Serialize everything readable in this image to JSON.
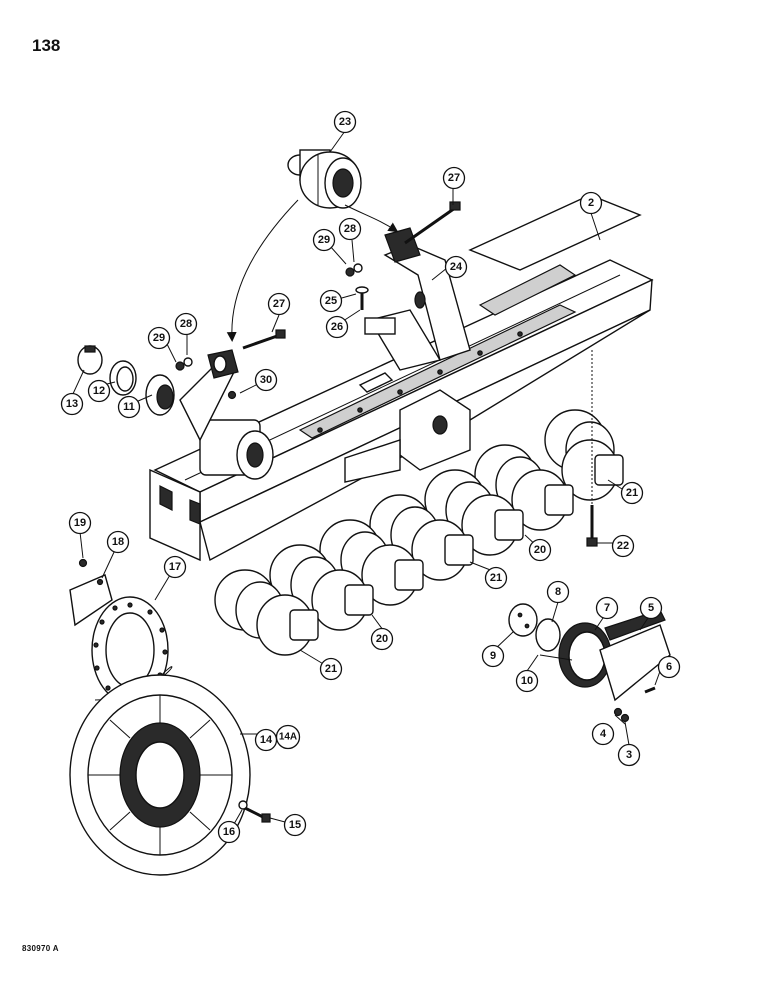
{
  "page": {
    "number": "138",
    "drawing_code": "830970 A"
  },
  "callouts": [
    {
      "id": "2",
      "label": "2"
    },
    {
      "id": "3",
      "label": "3"
    },
    {
      "id": "4",
      "label": "4"
    },
    {
      "id": "5",
      "label": "5"
    },
    {
      "id": "6",
      "label": "6"
    },
    {
      "id": "7",
      "label": "7"
    },
    {
      "id": "8",
      "label": "8"
    },
    {
      "id": "9",
      "label": "9"
    },
    {
      "id": "10",
      "label": "10"
    },
    {
      "id": "11",
      "label": "11"
    },
    {
      "id": "12",
      "label": "12"
    },
    {
      "id": "13",
      "label": "13"
    },
    {
      "id": "14",
      "label": "14"
    },
    {
      "id": "14a",
      "label": "14A"
    },
    {
      "id": "15",
      "label": "15"
    },
    {
      "id": "16",
      "label": "16"
    },
    {
      "id": "17",
      "label": "17"
    },
    {
      "id": "18",
      "label": "18"
    },
    {
      "id": "19",
      "label": "19"
    },
    {
      "id": "20a",
      "label": "20"
    },
    {
      "id": "20b",
      "label": "20"
    },
    {
      "id": "21a",
      "label": "21"
    },
    {
      "id": "21b",
      "label": "21"
    },
    {
      "id": "21c",
      "label": "21"
    },
    {
      "id": "22",
      "label": "22"
    },
    {
      "id": "23",
      "label": "23"
    },
    {
      "id": "24",
      "label": "24"
    },
    {
      "id": "25",
      "label": "25"
    },
    {
      "id": "26",
      "label": "26"
    },
    {
      "id": "27a",
      "label": "27"
    },
    {
      "id": "27b",
      "label": "27"
    },
    {
      "id": "28a",
      "label": "28"
    },
    {
      "id": "28b",
      "label": "28"
    },
    {
      "id": "29a",
      "label": "29"
    },
    {
      "id": "29b",
      "label": "29"
    },
    {
      "id": "30",
      "label": "30"
    }
  ]
}
